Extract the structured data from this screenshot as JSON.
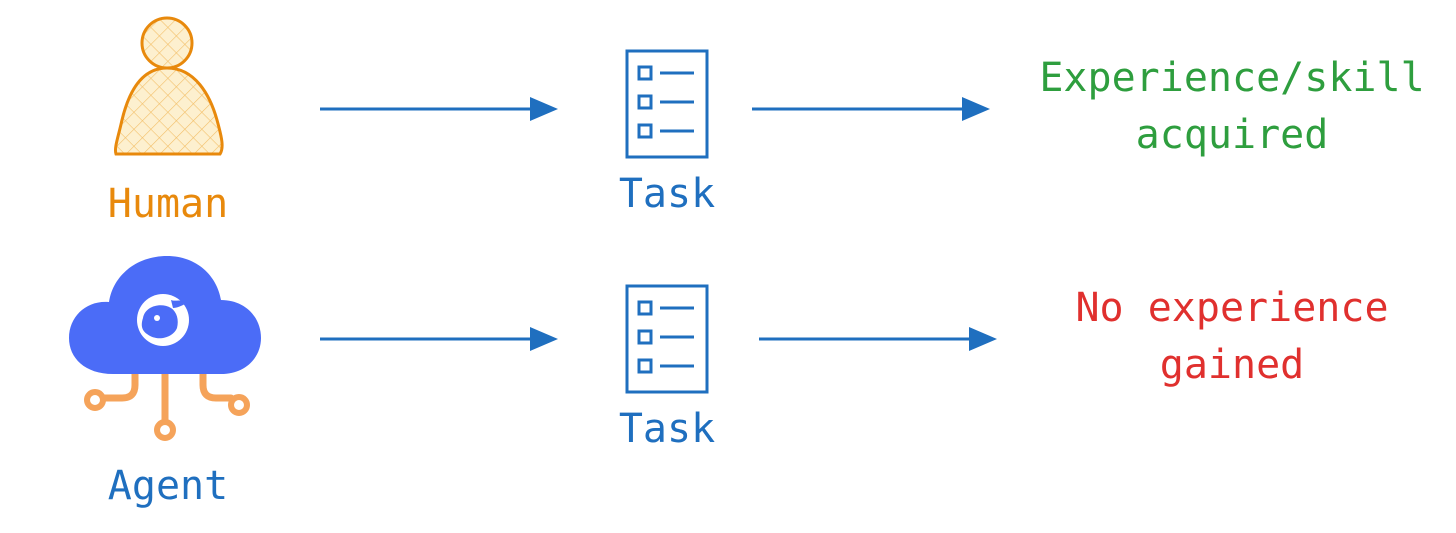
{
  "rows": [
    {
      "actor": "Human",
      "task": "Task",
      "outcome_lines": [
        "Experience/skill",
        "acquired"
      ]
    },
    {
      "actor": "Agent",
      "task": "Task",
      "outcome_lines": [
        "No experience",
        "gained"
      ]
    }
  ],
  "colors": {
    "human": "#e8890c",
    "agent": "#1f6fbf",
    "task": "#1f6fbf",
    "arrow": "#1f6fbf",
    "positive": "#2e9e3e",
    "negative": "#e0302e",
    "cloud": "#4b6cf7",
    "circuit": "#f5a35a"
  },
  "icons": {
    "human": "human-figure-icon",
    "agent": "cloud-agent-icon",
    "task": "checklist-icon",
    "arrow": "arrow-right-icon"
  }
}
